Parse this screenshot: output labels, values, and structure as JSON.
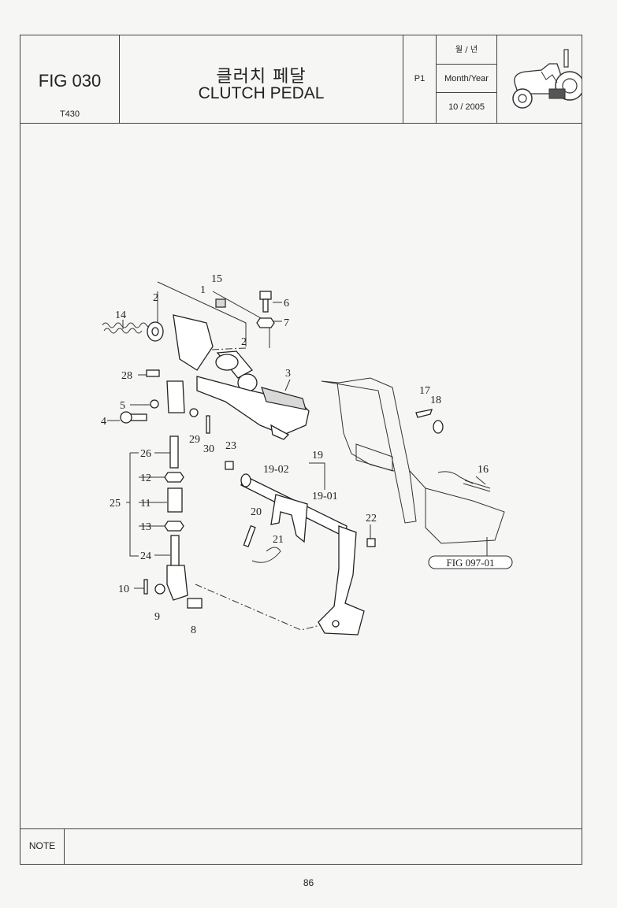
{
  "header": {
    "fig_id": "FIG 030",
    "model": "T430",
    "title_ko": "클러치 페달",
    "title_en": "CLUTCH PEDAL",
    "page_id": "P1",
    "date_label_ko": "월 / 년",
    "date_label_en": "Month/Year",
    "date_value": "10 / 2005"
  },
  "logo": {
    "icon": "tractor-icon"
  },
  "diagram": {
    "callouts": [
      "15",
      "1",
      "2",
      "6",
      "7",
      "14",
      "2",
      "3",
      "28",
      "5",
      "4",
      "29",
      "30",
      "23",
      "26",
      "12",
      "25",
      "11",
      "13",
      "24",
      "19",
      "19-02",
      "19-01",
      "20",
      "21",
      "22",
      "17",
      "18",
      "16",
      "10",
      "9",
      "8"
    ],
    "reference_label": "FIG 097-01"
  },
  "note": {
    "label": "NOTE"
  },
  "footer": {
    "page_number": "86"
  }
}
